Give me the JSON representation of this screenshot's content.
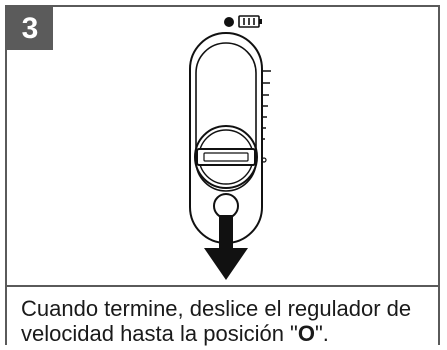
{
  "step": {
    "number": "3"
  },
  "device": {
    "indicator_dot": "power-indicator-dot",
    "battery_icon": "battery-icon",
    "scale_marks": "speed-scale-marks",
    "speed_dial": "speed-regulator-dial",
    "arrow": "slide-down-arrow"
  },
  "caption": {
    "text_before": "Cuando termine, deslice el regulador de velocidad hasta la posición \"",
    "bold_char": "O",
    "text_after": "\"."
  },
  "colors": {
    "border": "#5a5a5a",
    "badge": "#5b5b5b",
    "stroke": "#1a1a1a"
  }
}
